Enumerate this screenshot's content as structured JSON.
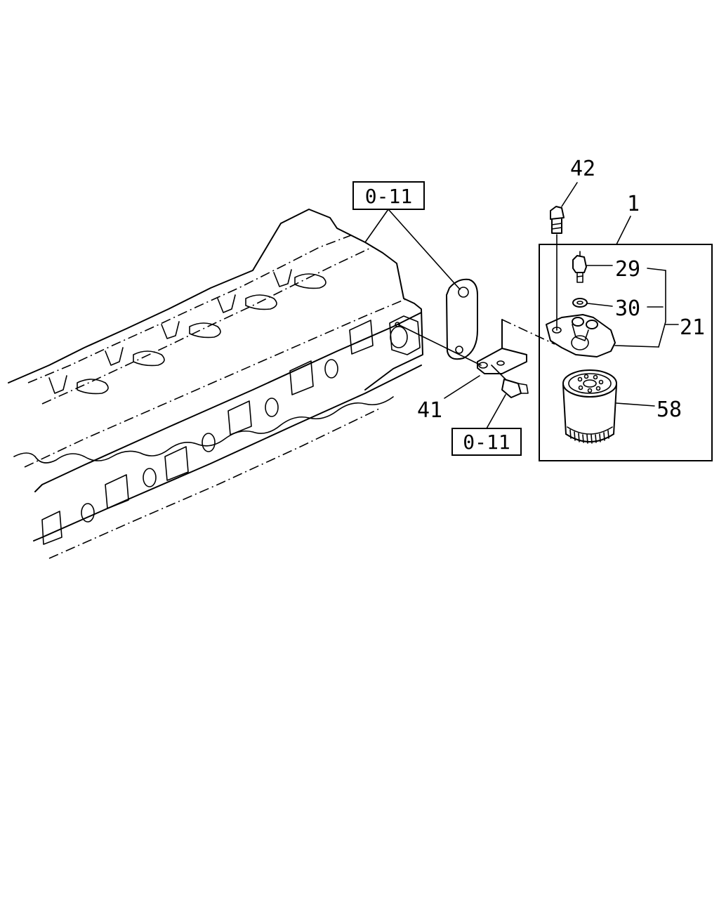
{
  "callouts": {
    "part_1": "1",
    "part_21": "21",
    "part_29": "29",
    "part_30": "30",
    "part_41": "41",
    "part_42": "42",
    "part_58": "58"
  },
  "references": {
    "ref_top": "0-11",
    "ref_bottom": "0-11"
  }
}
